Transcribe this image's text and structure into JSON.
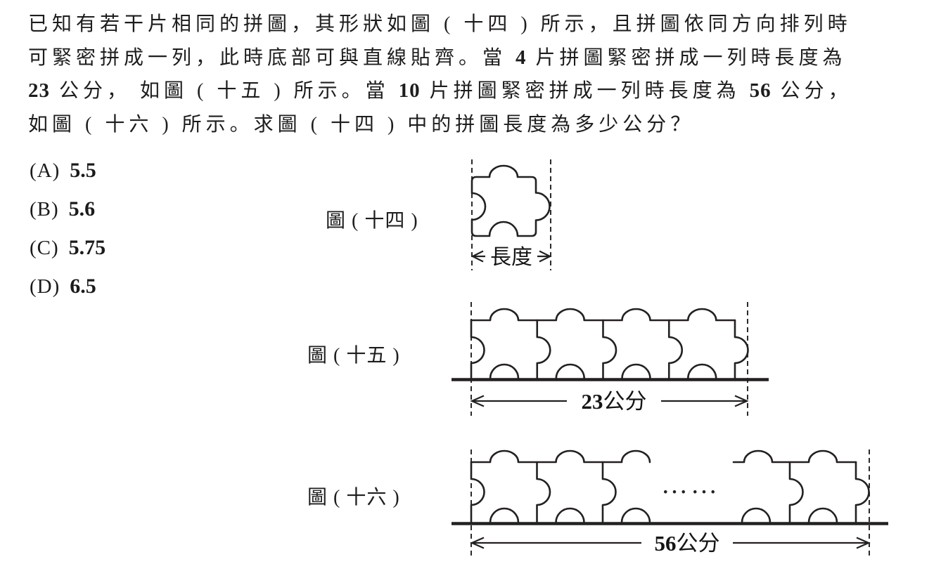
{
  "problem": {
    "line1": {
      "seg0": {
        "text": "已知有若干片相同的拼圖，其形狀如圖 ( 十四 ) 所示，且拼圖依同方向排列時"
      }
    },
    "line2": {
      "seg0": {
        "text": "可緊密拼成一列，此時底部可與直線貼齊。當 "
      },
      "seg1": {
        "text": "4"
      },
      "seg2": {
        "text": " 片拼圖緊密拼成一列時長度為"
      }
    },
    "line3": {
      "seg0": {
        "text": "23"
      },
      "seg1": {
        "text": " 公分， 如圖 ( 十五 ) 所示。當 "
      },
      "seg2": {
        "text": "10"
      },
      "seg3": {
        "text": " 片拼圖緊密拼成一列時長度為 "
      },
      "seg4": {
        "text": "56"
      },
      "seg5": {
        "text": " 公分，"
      }
    },
    "line4": {
      "seg0": {
        "text": "如圖 ( 十六 ) 所示。求圖 ( 十四 ) 中的拼圖長度為多少公分？"
      }
    }
  },
  "options": [
    {
      "label": "(A)",
      "value": "5.5"
    },
    {
      "label": "(B)",
      "value": "5.6"
    },
    {
      "label": "(C)",
      "value": "5.75"
    },
    {
      "label": "(D)",
      "value": "6.5"
    }
  ],
  "figures": {
    "fig14": {
      "label": "圖 ( 十四 )",
      "dimension_label": "長度",
      "piece_count": 1
    },
    "fig15": {
      "label": "圖 ( 十五 )",
      "dimension_value": "23",
      "dimension_unit": "公分",
      "piece_count": 4
    },
    "fig16": {
      "label": "圖 ( 十六 )",
      "dimension_value": "56",
      "dimension_unit": "公分",
      "ellipsis": "……"
    }
  },
  "colors": {
    "ink": "#242021",
    "text": "#1b1b1b",
    "background": "#ffffff"
  }
}
